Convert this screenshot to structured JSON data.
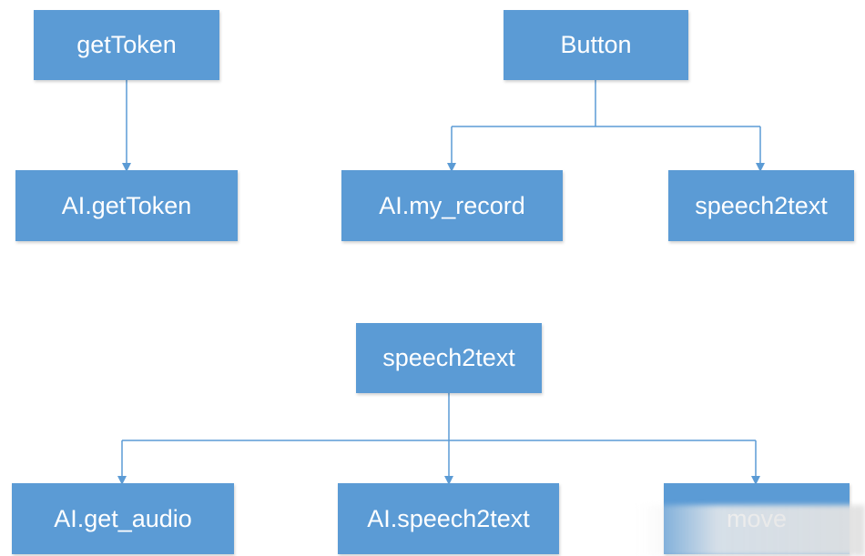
{
  "colors": {
    "node_fill": "#5b9bd5",
    "node_text": "#ffffff",
    "connector": "#5b9bd5",
    "background": "#ffffff"
  },
  "nodes": {
    "getToken": "getToken",
    "ai_getToken": "AI.getToken",
    "button": "Button",
    "ai_my_record": "AI.my_record",
    "speech2text_right": "speech2text",
    "speech2text_center": "speech2text",
    "ai_get_audio": "AI.get_audio",
    "ai_speech2text": "AI.speech2text",
    "move": "move"
  },
  "edges": [
    {
      "from": "getToken",
      "to": "AI.getToken"
    },
    {
      "from": "Button",
      "to": "AI.my_record"
    },
    {
      "from": "Button",
      "to": "speech2text"
    },
    {
      "from": "speech2text",
      "to": "AI.get_audio"
    },
    {
      "from": "speech2text",
      "to": "AI.speech2text"
    },
    {
      "from": "speech2text",
      "to": "move"
    }
  ]
}
